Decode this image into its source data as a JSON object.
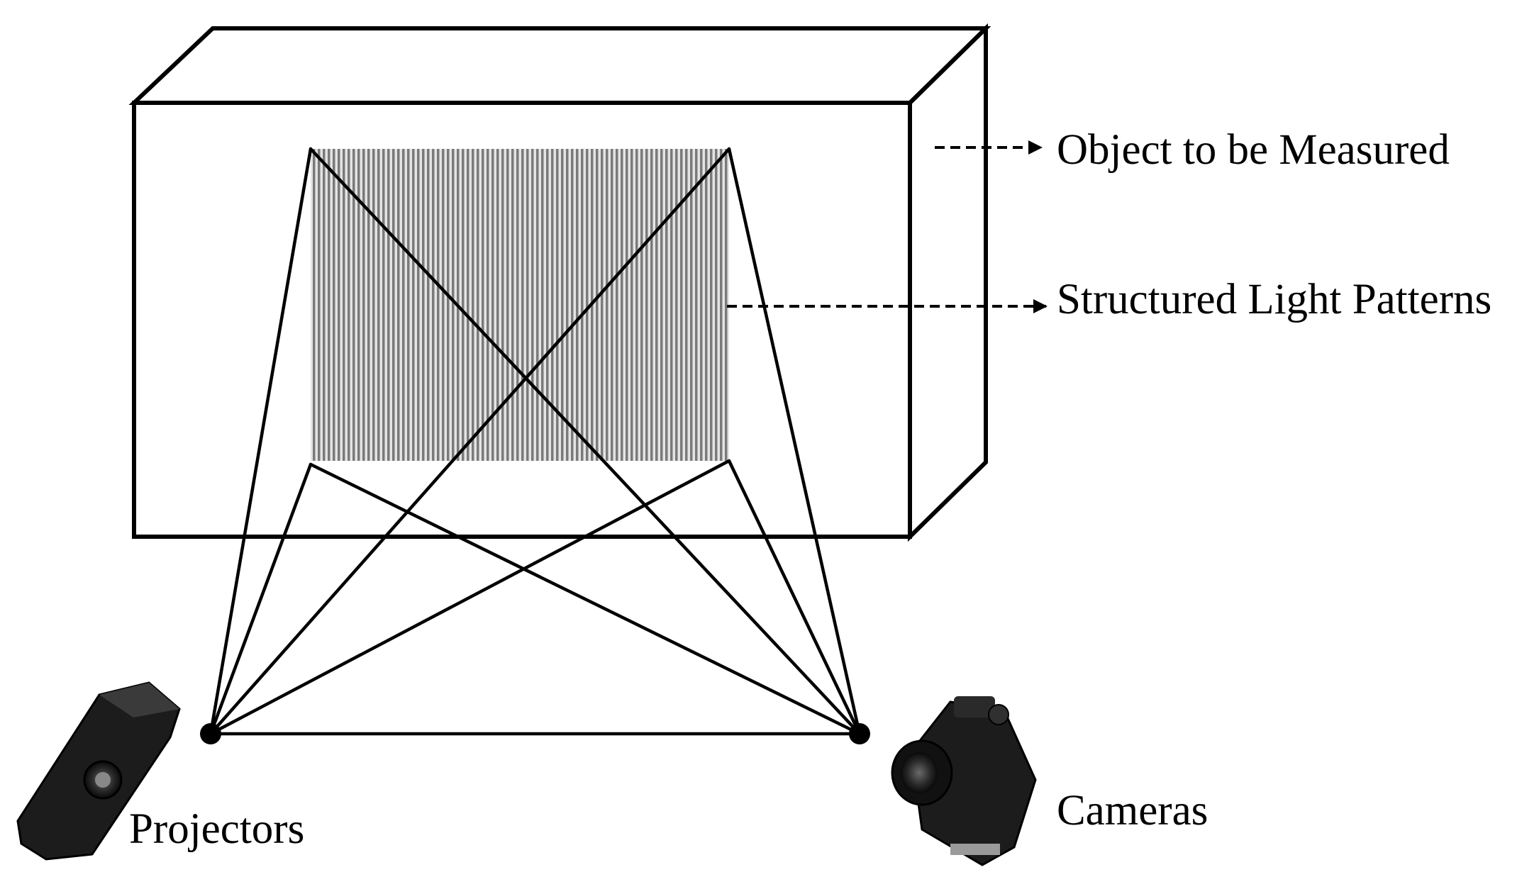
{
  "labels": {
    "object": "Object to be Measured",
    "pattern": "Structured Light Patterns",
    "projectors": "Projectors",
    "cameras": "Cameras"
  },
  "icons": {
    "projector": "projector-device-icon",
    "camera": "camera-device-icon"
  },
  "colors": {
    "ink": "#000000",
    "stripe_dark": "#7a7a7a",
    "stripe_light": "#e4e4e4",
    "device_body": "#1a1a1a"
  }
}
